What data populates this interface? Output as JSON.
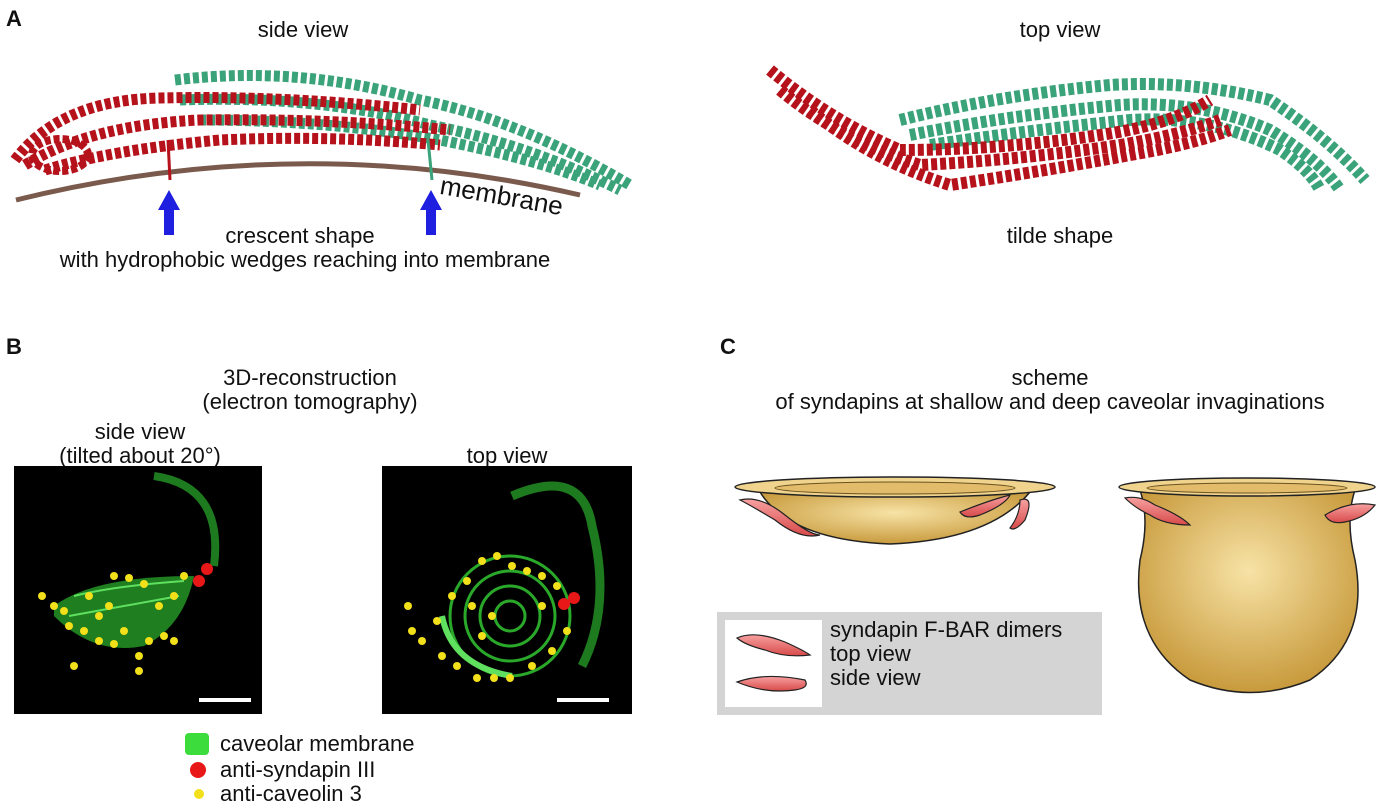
{
  "panel_a": {
    "letter": "A",
    "side_view_title": "side view",
    "top_view_title": "top view",
    "membrane_label": "membrane",
    "side_caption_line1": "crescent shape",
    "side_caption_line2": "with hydrophobic wedges reaching into membrane",
    "top_caption": "tilde shape",
    "colors": {
      "red_monomer": "#b5121b",
      "green_monomer": "#3aa37a",
      "membrane": "#7a5a4c",
      "arrow": "#1f1fe0"
    }
  },
  "panel_b": {
    "letter": "B",
    "title_line1": "3D-reconstruction",
    "title_line2": "(electron tomography)",
    "left_title_line1": "side view",
    "left_title_line2": "(tilted about 20°)",
    "right_title": "top view",
    "legend": [
      {
        "label": "caveolar membrane",
        "color": "#3cdc3c",
        "shape": "rounded-square"
      },
      {
        "label": "anti-syndapin III",
        "color": "#e81818",
        "shape": "circle"
      },
      {
        "label": "anti-caveolin 3",
        "color": "#f2e01a",
        "shape": "small-circle"
      }
    ]
  },
  "panel_c": {
    "letter": "C",
    "title_line1": "scheme",
    "title_line2": "of syndapins at shallow and deep caveolar invaginations",
    "legend_line1": "syndapin F-BAR dimers",
    "legend_line2": "top view",
    "legend_line3": "side view",
    "colors": {
      "cup": "#d9b25c",
      "dimer": "#f07070"
    }
  }
}
